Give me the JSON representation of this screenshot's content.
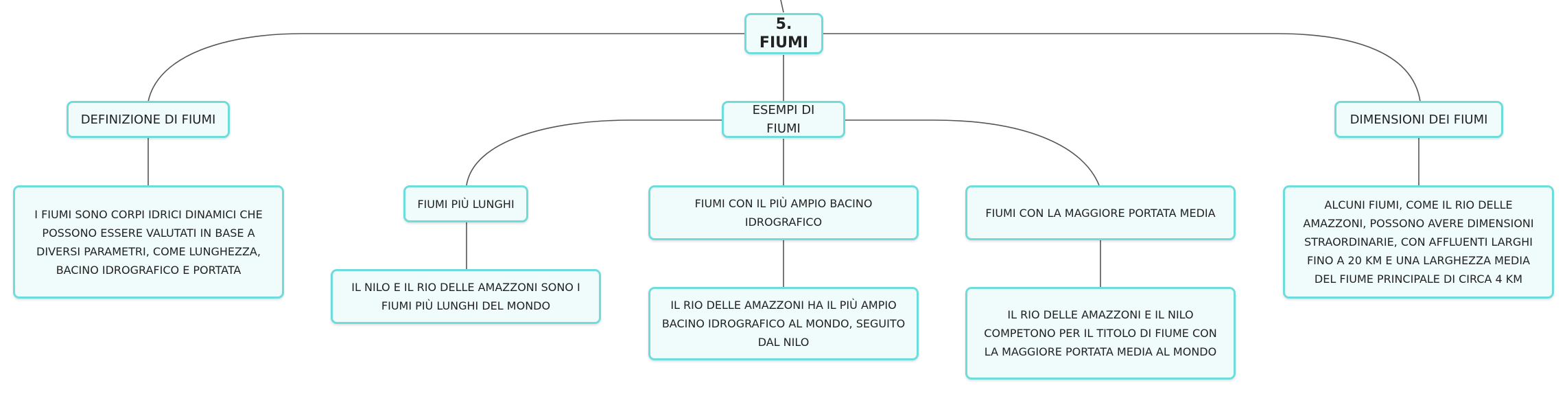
{
  "map": {
    "root": "5. FIUMI",
    "definizione": {
      "label": "DEFINIZIONE DI FIUMI",
      "text": "I FIUMI SONO CORPI IDRICI DINAMICI CHE POSSONO ESSERE VALUTATI IN BASE A DIVERSI PARAMETRI, COME LUNGHEZZA, BACINO IDROGRAFICO E PORTATA"
    },
    "esempi": {
      "label": "ESEMPI DI FIUMI",
      "lunghi": {
        "label": "FIUMI PIÙ LUNGHI",
        "text": "IL NILO E IL RIO DELLE AMAZZONI SONO I FIUMI PIÙ LUNGHI DEL MONDO"
      },
      "bacino": {
        "label": "FIUMI CON IL PIÙ AMPIO BACINO IDROGRAFICO",
        "text": "IL RIO DELLE AMAZZONI HA IL PIÙ AMPIO BACINO IDROGRAFICO AL MONDO, SEGUITO DAL NILO"
      },
      "portata": {
        "label": "FIUMI CON LA MAGGIORE PORTATA MEDIA",
        "text": "IL RIO DELLE AMAZZONI E IL NILO COMPETONO PER IL TITOLO DI FIUME CON LA MAGGIORE PORTATA MEDIA AL MONDO"
      }
    },
    "dimensioni": {
      "label": "DIMENSIONI DEI FIUMI",
      "text": "ALCUNI FIUMI, COME IL RIO DELLE AMAZZONI, POSSONO AVERE DIMENSIONI STRAORDINARIE, CON AFFLUENTI LARGHI FINO A 20 KM E UNA LARGHEZZA MEDIA DEL FIUME PRINCIPALE DI CIRCA 4 KM"
    }
  },
  "colors": {
    "node_fill": "#f0fbfb",
    "node_border": "#6fdcdc",
    "connector": "#555555",
    "text": "#222222"
  }
}
